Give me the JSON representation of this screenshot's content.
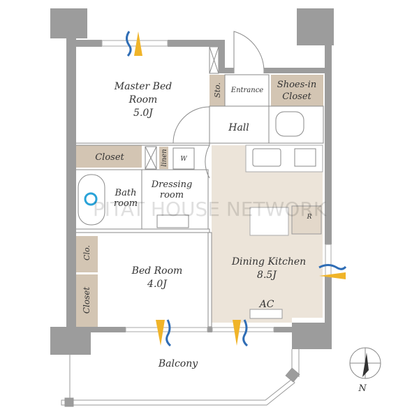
{
  "watermark": "PITAT HOUSE NETWORK",
  "rooms": {
    "master_bed": {
      "line1": "Master Bed",
      "line2": "Room",
      "size": "5.0J"
    },
    "storage": "Sto.",
    "entrance": "Entrance",
    "shoes_closet": {
      "line1": "Shoes-in",
      "line2": "Closet"
    },
    "hall": "Hall",
    "closet_top": "Closet",
    "linen": "linen",
    "washer": "W",
    "bath": {
      "line1": "Bath",
      "line2": "room"
    },
    "dressing": {
      "line1": "Dressing",
      "line2": "room"
    },
    "fridge": "R",
    "dining_kitchen": {
      "line1": "Dining Kitchen",
      "size": "8.5J"
    },
    "ac": "AC",
    "clo": "Clo.",
    "closet_side": "Closet",
    "bed_room": {
      "line1": "Bed Room",
      "size": "4.0J"
    },
    "balcony": "Balcony"
  },
  "compass": {
    "north": "N"
  },
  "colors": {
    "wall": "#9c9c9c",
    "storage": "#d3c5b3",
    "kitchen": "#ece4d9",
    "ventilation_blue": "#2f6db5",
    "ventilation_yellow": "#f0b429"
  }
}
